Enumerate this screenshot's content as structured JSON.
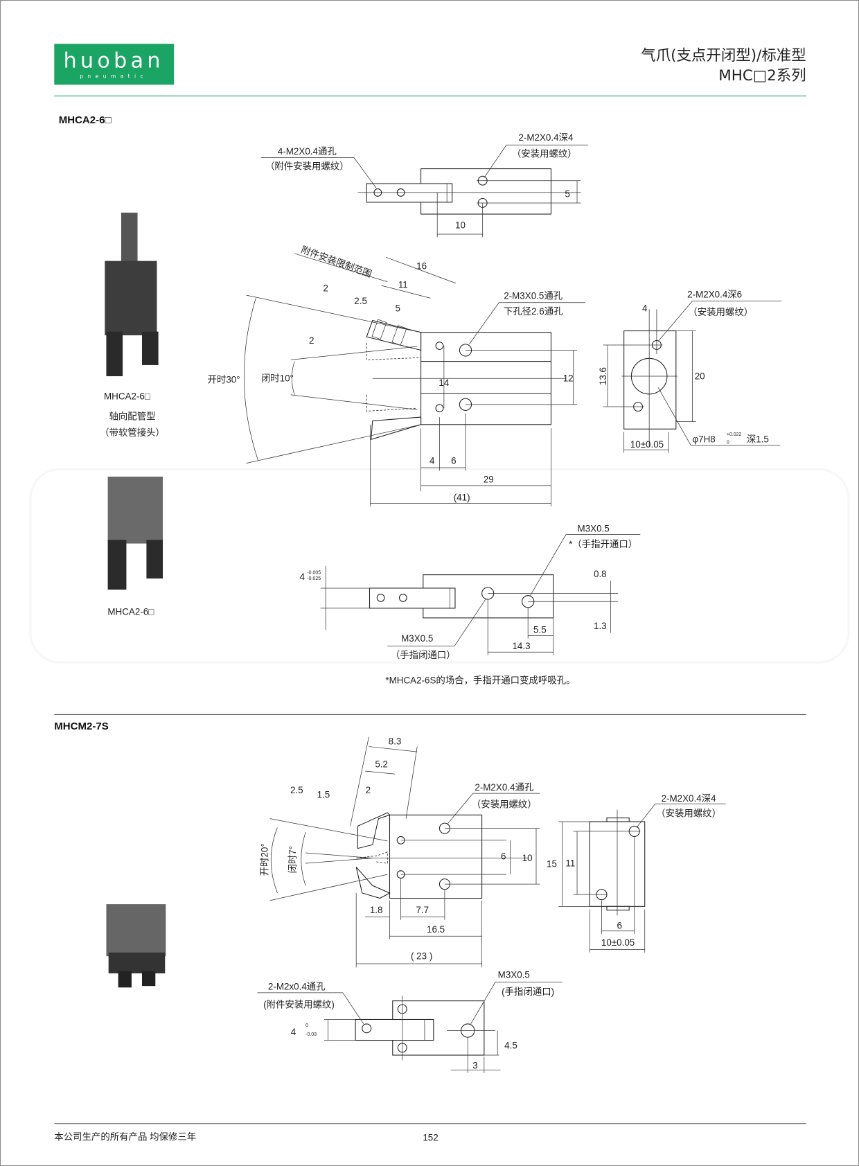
{
  "header": {
    "logo_text": "huoban",
    "logo_sub": "pneumatic",
    "title_line1": "气爪(支点开闭型)/标准型",
    "title_line2": "MHC□2系列",
    "brand_color": "#1ba564",
    "rule_color": "#8fd4b8"
  },
  "section1": {
    "model": "MHCA2-6□",
    "photo_caption1": "MHCA2-6□",
    "photo_caption2": "轴向配管型",
    "photo_caption3": "（带软管接头）",
    "photo_caption4": "MHCA2-6□",
    "top_view": {
      "callout_left_1": "4-M2X0.4通孔",
      "callout_left_2": "（附件安装用螺纹）",
      "callout_right_1": "2-M2X0.4深4",
      "callout_right_2": "（安装用螺纹）",
      "dim_5": "5",
      "dim_10": "10"
    },
    "main_view": {
      "range_label": "附件安装限制范围",
      "dim_16": "16",
      "dim_11": "11",
      "dim_2a": "2",
      "dim_2_5": "2.5",
      "dim_5": "5",
      "dim_2b": "2",
      "callout_1": "2-M3X0.5通孔",
      "callout_2": "下孔径2.6通孔",
      "open_angle": "开时30°",
      "close_angle": "闭时10°",
      "dim_14": "14",
      "dim_12": "12",
      "dim_4": "4",
      "dim_6": "6",
      "dim_29": "29",
      "dim_41": "(41)"
    },
    "side_view": {
      "dim_4": "4",
      "callout_1": "2-M2X0.4深6",
      "callout_2": "（安装用螺纹）",
      "dim_13_6": "13.6",
      "dim_20": "20",
      "dim_10": "10±0.05",
      "bore": "φ7H8",
      "bore_tol_upper": "+0.022",
      "bore_tol_lower": "0",
      "bore_depth": "深1.5"
    },
    "bottom_view": {
      "port_open_1": "M3X0.5",
      "port_open_2": "*（手指开通口）",
      "dim_4": "4",
      "dim_4_tol_upper": "-0.005",
      "dim_4_tol_lower": "-0.025",
      "dim_0_8": "0.8",
      "dim_1_3": "1.3",
      "dim_5_5": "5.5",
      "dim_14_3": "14.3",
      "port_close_1": "M3X0.5",
      "port_close_2": "（手指闭通口）"
    },
    "note": "*MHCA2-6S的场合，手指开通口变成呼吸孔。"
  },
  "section2": {
    "model": "MHCM2-7S",
    "main_view": {
      "dim_8_3": "8.3",
      "dim_5_2": "5.2",
      "dim_2_5": "2.5",
      "dim_1_5": "1.5",
      "dim_2": "2",
      "callout_1": "2-M2X0.4通孔",
      "callout_2": "（安装用螺纹）",
      "open_angle": "开时20°",
      "close_angle": "闭时7°",
      "dim_6": "6",
      "dim_10": "10",
      "dim_1_8": "1.8",
      "dim_7_7": "7.7",
      "dim_16_5": "16.5",
      "dim_23": "( 23 )"
    },
    "side_view": {
      "callout_1": "2-M2X0.4深4",
      "callout_2": "（安装用螺纹）",
      "dim_15": "15",
      "dim_11": "11",
      "dim_6": "6",
      "dim_10": "10±0.05"
    },
    "bottom_view": {
      "callout_1": "2-M2x0.4通孔",
      "callout_2": "(附件安装用螺纹)",
      "dim_4": "4",
      "dim_4_tol_upper": "0",
      "dim_4_tol_lower": "-0.03",
      "port_1": "M3X0.5",
      "port_2": "(手指闭通口)",
      "dim_4_5": "4.5",
      "dim_3": "3"
    }
  },
  "footer": {
    "warranty": "本公司生产的所有产品  均保修三年",
    "page_number": "152"
  }
}
